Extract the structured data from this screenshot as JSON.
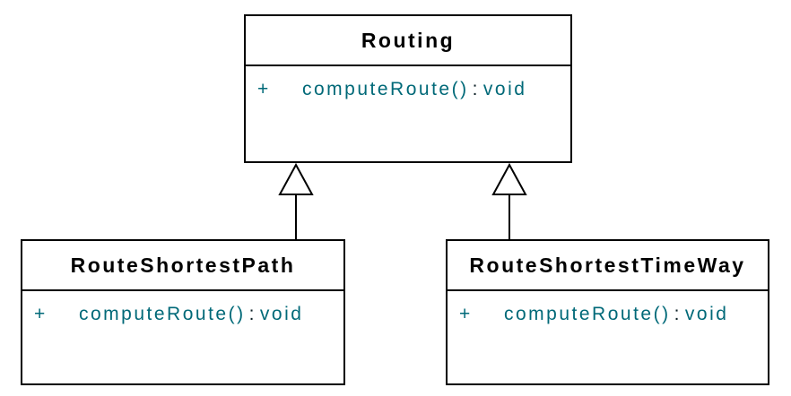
{
  "diagram": {
    "kind": "uml-class-diagram",
    "colors": {
      "background": "#ffffff",
      "border_color": "#000000",
      "name_color": "#000000",
      "method_color": "#006978",
      "separator_color": "#0d2026"
    }
  },
  "classes": {
    "routing": {
      "name": "Routing",
      "methods": [
        {
          "visibility": "+",
          "signature": "computeRoute()",
          "separator": ":",
          "return_type": "void"
        }
      ]
    },
    "route_shortest_path": {
      "name": "RouteShortestPath",
      "methods": [
        {
          "visibility": "+",
          "signature": "computeRoute()",
          "separator": ":",
          "return_type": "void"
        }
      ]
    },
    "route_shortest_time_way": {
      "name": "RouteShortestTimeWay",
      "methods": [
        {
          "visibility": "+",
          "signature": "computeRoute()",
          "separator": ":",
          "return_type": "void"
        }
      ]
    }
  },
  "relationships": [
    {
      "type": "generalization",
      "from": "RouteShortestPath",
      "to": "Routing"
    },
    {
      "type": "generalization",
      "from": "RouteShortestTimeWay",
      "to": "Routing"
    }
  ]
}
